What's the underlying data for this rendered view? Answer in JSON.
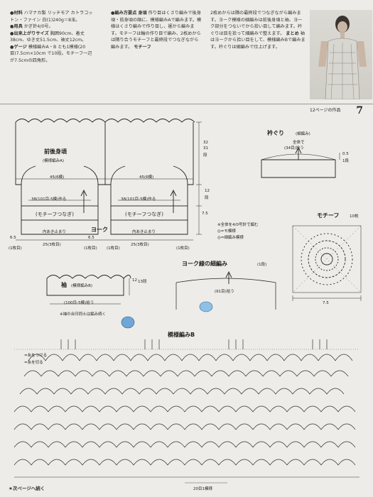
{
  "header": {
    "col1": {
      "material_label": "●材料",
      "material_text": "ハマナカ製 リッチモア カトラコットン・ファイン 白(1)240g＝8玉。",
      "needle_label": "●用具",
      "needle_text": "かぎ針4/0号。",
      "size_label": "●出来上がりサイズ",
      "size_text": "胸囲90cm、着丈38cm、ゆき丈51.5cm、袖丈12cm。",
      "gauge_label": "●ゲージ",
      "gauge_text": "模様編みA・B とも1模様(20目)7.5cm×10cm で10段。モチーフ一辺が7.5cmの四角形。"
    },
    "col2": {
      "method_label": "●編み方要点",
      "method_head": "身頃",
      "method_text": "作り目はくさり編みで後身頃・前身頃の順に、模様編みAで編みます。模様はくさり編みで作り目し、裾から編みます。モチーフは輪の作り目で編み、2枚めからは隣り合うモチーフと最終段でつなぎながら編みます。",
      "motif_head": "モチーフ"
    },
    "col3": {
      "text": "2枚めからは隣の最終段でつなぎながら編みます。ヨーク模様の細編みは前後身頃と袖、ヨーク部分をつないでから拾い目して編みます。衿ぐりは目を拾って細編みで整えます。",
      "finish_head": "まとめ",
      "finish_text": "袖はヨークから拾い目をして、模様編みBで編みます。衿ぐりは細編みで仕上げます。"
    }
  },
  "page_number": "7",
  "page_note": "12ページの作品",
  "diagrams": {
    "body": {
      "title": "前後身頃",
      "pattern": "(模様編みA)",
      "width": "45(6模)",
      "height_a": "32",
      "height_b": "31",
      "height_c": "段",
      "yoke_width": "38(101目-5模)作る",
      "motif_join": "(モチーフつなぎ)",
      "start_note": "内あき止まり",
      "yoke_label": "ヨーク",
      "yoke_height_a": "12",
      "yoke_height_b": "段",
      "yoke_side": "7.5",
      "bottom_left": "6.5",
      "bottom_left_sub": "(1枚目)",
      "bottom_mid": "25(3枚目)",
      "bottom_right": "6.5",
      "bottom_right_sub": "(1枚目)",
      "bottom_mid2": "25(3枚目)"
    },
    "neck": {
      "title": "衿ぐり",
      "title_sub": "(細編み)",
      "note": "全体で",
      "count": "(34目)拾う",
      "side_height": "0.5",
      "side_rows": "1段"
    },
    "legend": {
      "note1": "※全体を4/0号針で編む",
      "note2": "◎=モ模様",
      "note3": "◎=細編み模様"
    },
    "sleeve": {
      "title": "袖",
      "pattern": "(模様編みB)",
      "height_a": "12",
      "height_b": "13段",
      "count": "(100目-5模)拾う",
      "note": "※袖の合印同士は編み続く"
    },
    "yoke_edge": {
      "title": "ヨーク線の細編み",
      "title_sub": "(1段)",
      "count": "(91目)拾う"
    },
    "motif": {
      "title": "モチーフ",
      "count": "10枚",
      "size": "7.5"
    },
    "chart_b": {
      "title": "模様編みB",
      "legend_a": "=糸をつける",
      "legend_b": "=糸を切る",
      "repeat": "20目1模様",
      "continue_note": "★次ページへ続く"
    }
  }
}
